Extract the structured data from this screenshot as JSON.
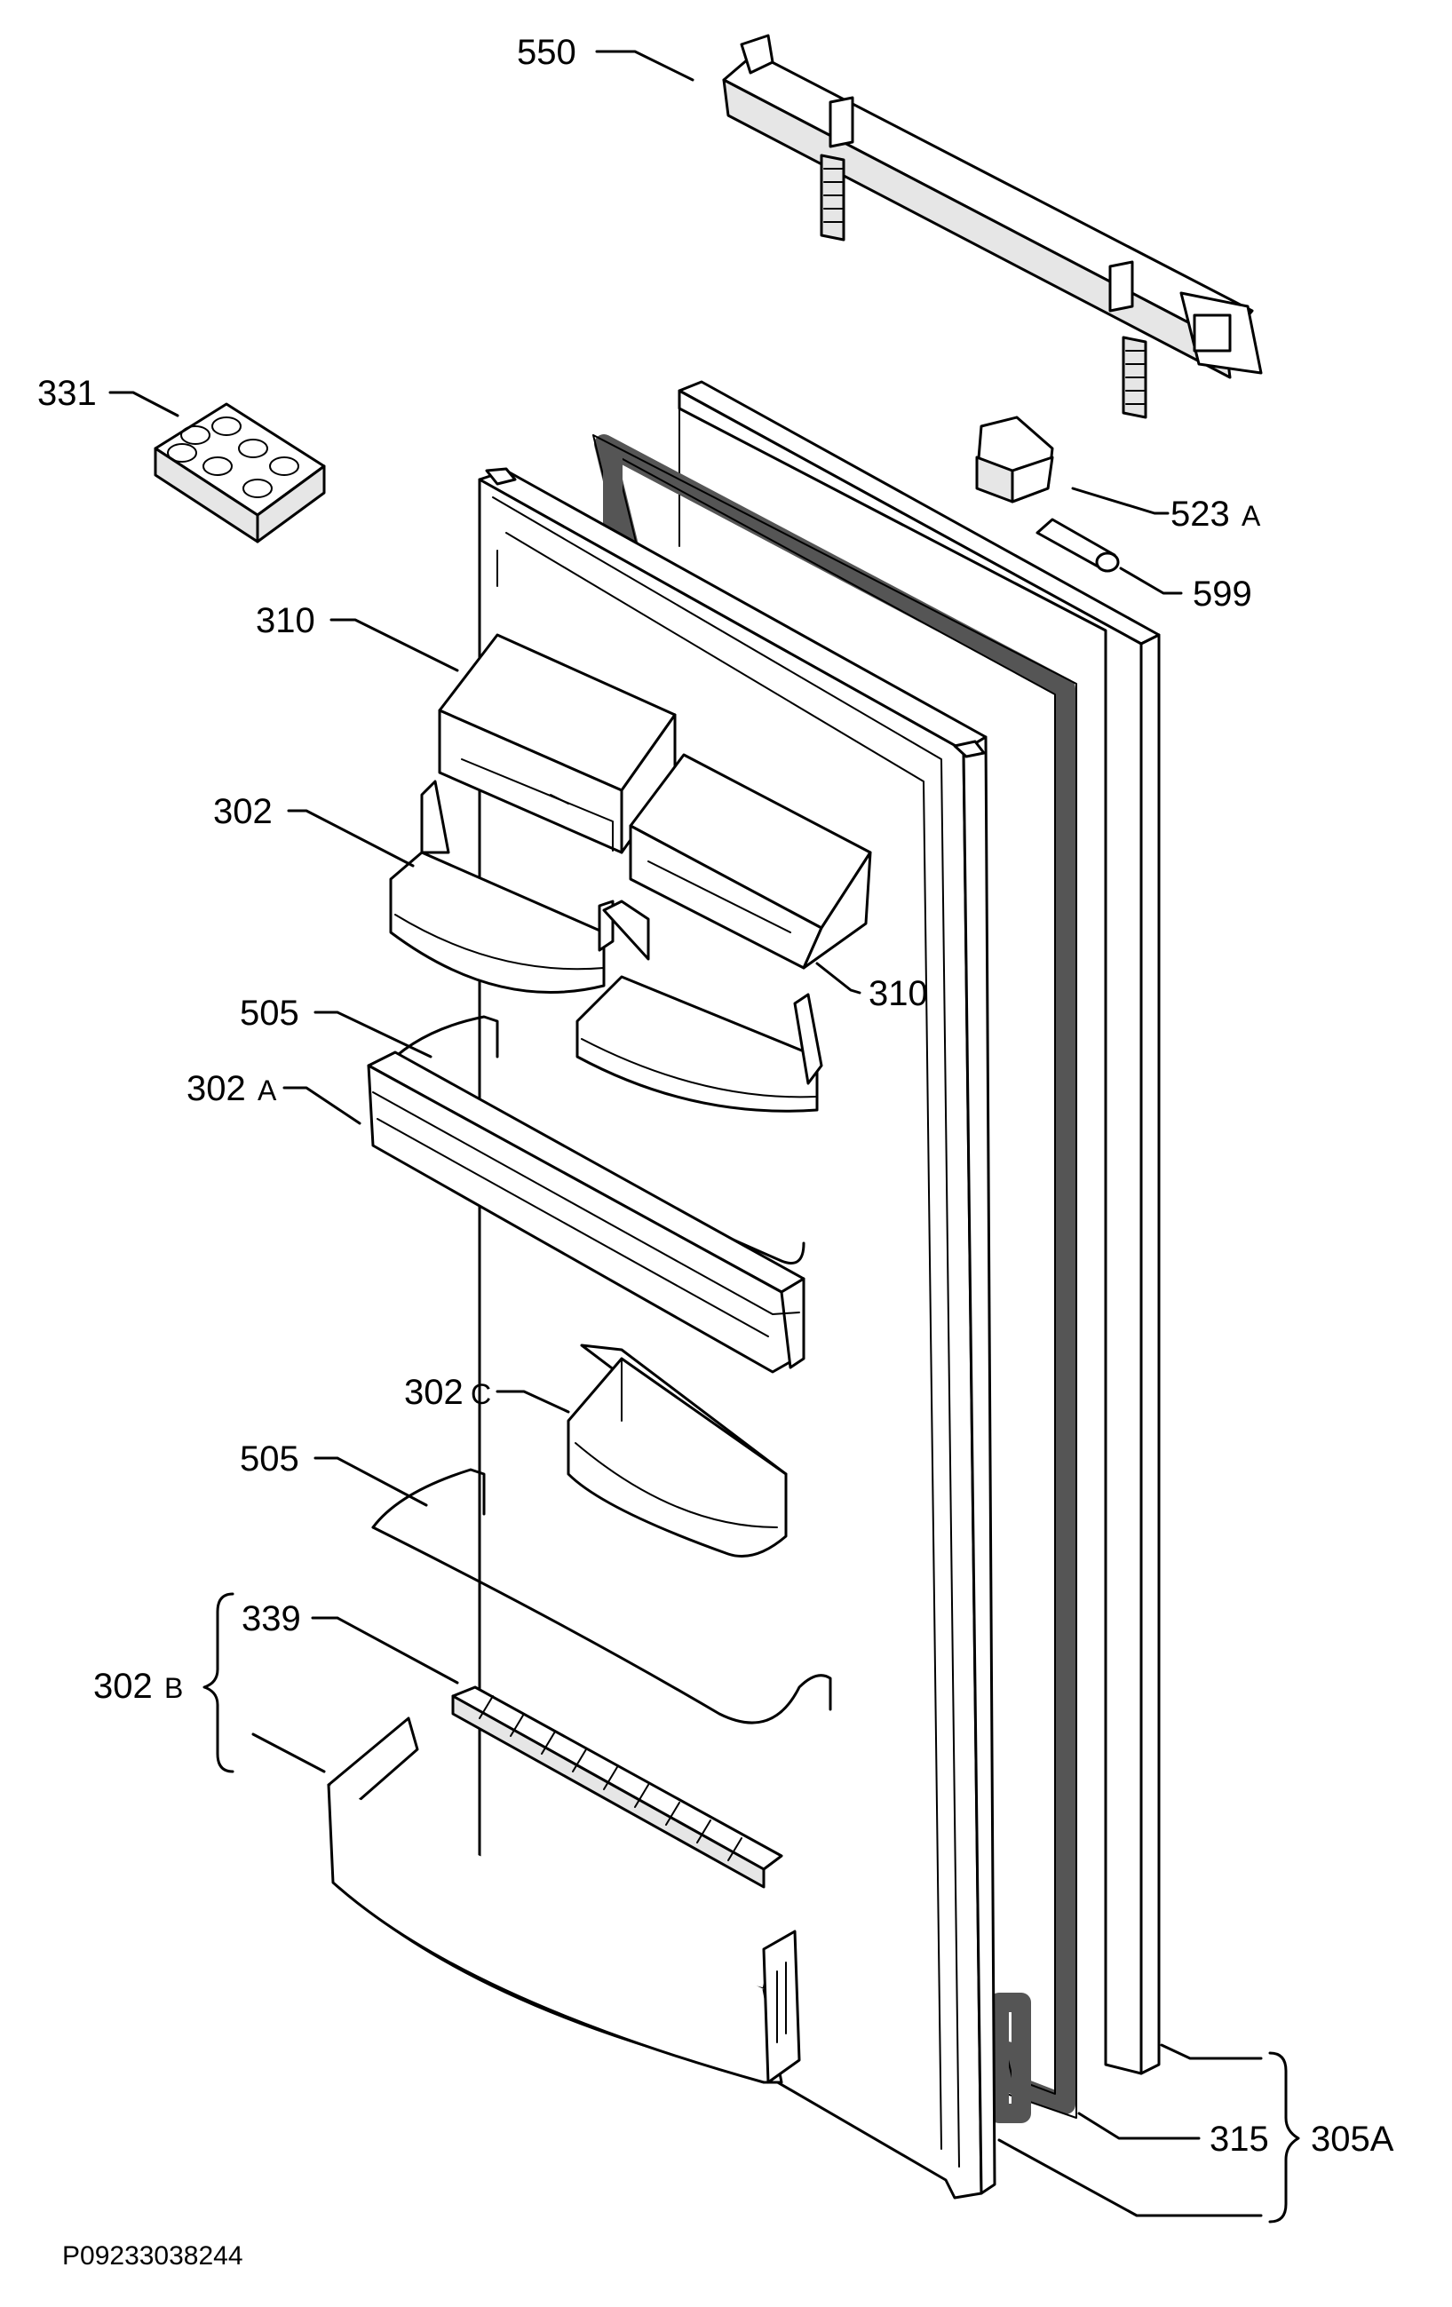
{
  "diagram": {
    "labels": {
      "l550": "550",
      "l331": "331",
      "l523": "523",
      "l523_suffix": "A",
      "l599": "599",
      "l310_top": "310",
      "l302": "302",
      "l310_right": "310",
      "l505_top": "505",
      "l302a": "302",
      "l302a_suffix": "A",
      "l302c": "302",
      "l302c_suffix": "C",
      "l505_bottom": "505",
      "l339": "339",
      "l302b": "302",
      "l302b_suffix": "B",
      "l315": "315",
      "l305a": "305A"
    },
    "drawing_code": "P09233038244"
  }
}
